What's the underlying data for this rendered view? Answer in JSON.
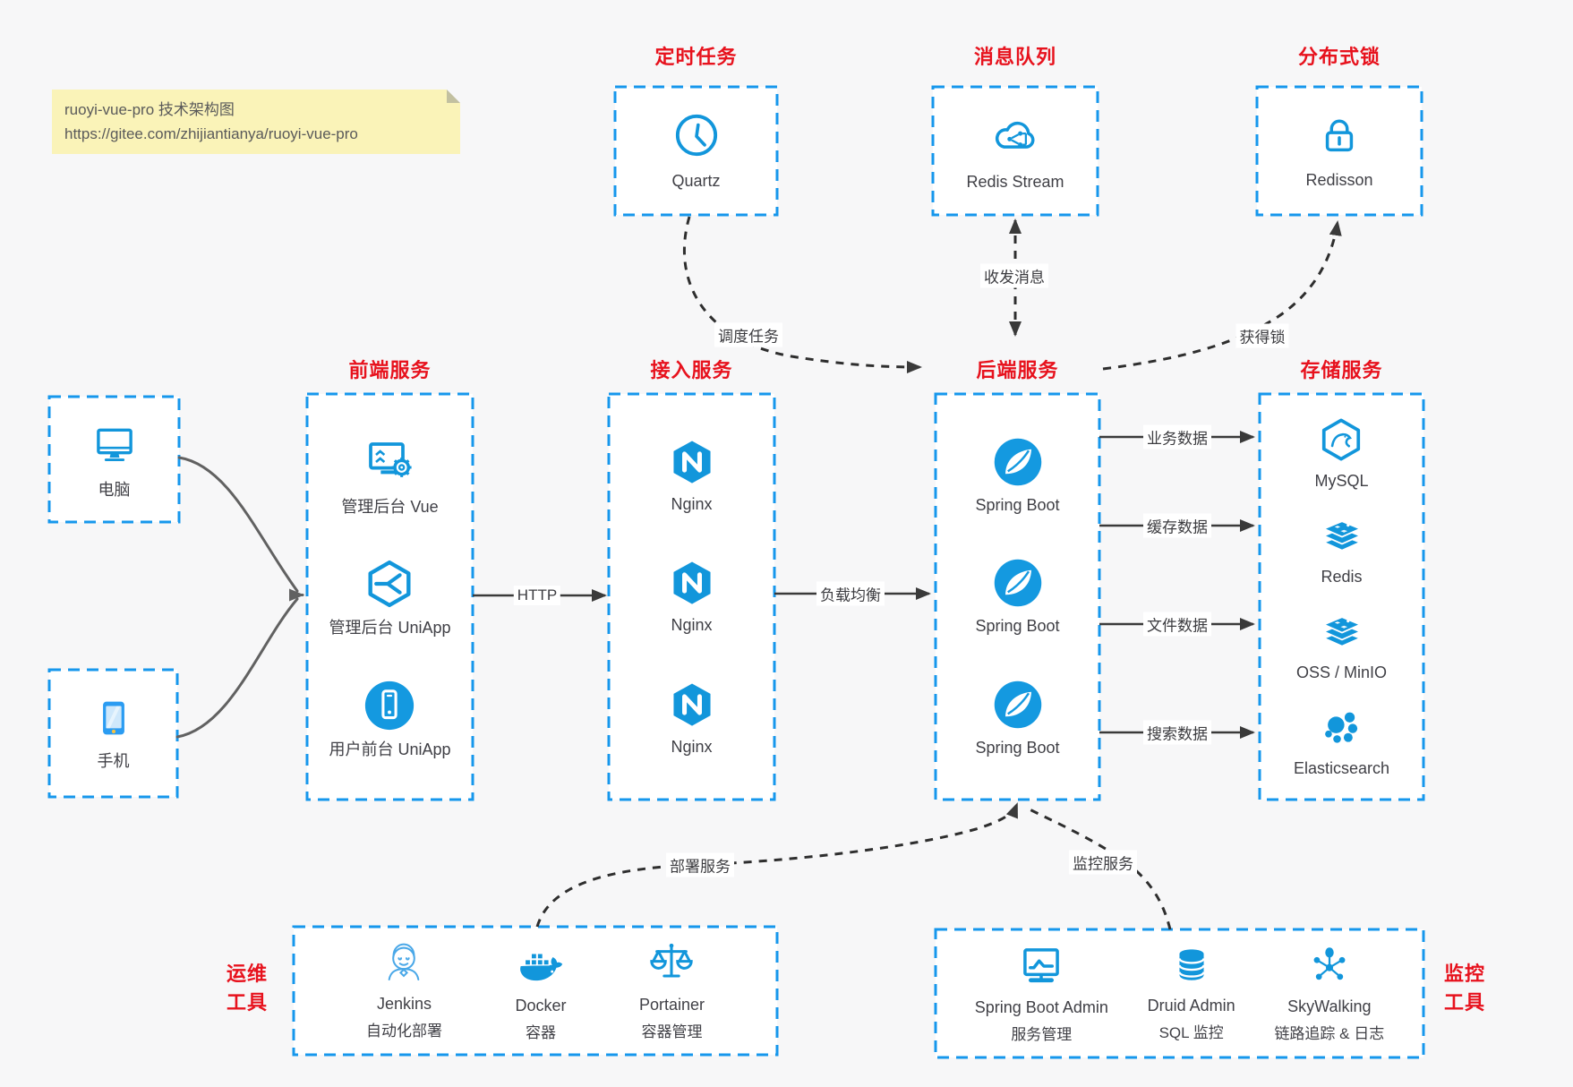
{
  "note": {
    "line1": "ruoyi-vue-pro 技术架构图",
    "line2": "https://gitee.com/zhijiantianya/ruoyi-vue-pro"
  },
  "colors": {
    "background": "#f7f7f8",
    "box_border_blue": "#1697ec",
    "icon_blue": "#1296db",
    "title_red": "#e7121d",
    "arrow_dark": "#3a3a3a",
    "client_curve_gray": "#616161",
    "note_bg": "#faf3b8"
  },
  "top_groups": [
    {
      "title": "定时任务",
      "icon": "clock-icon",
      "label": "Quartz"
    },
    {
      "title": "消息队列",
      "icon": "cloud-stream-icon",
      "label": "Redis Stream"
    },
    {
      "title": "分布式锁",
      "icon": "lock-icon",
      "label": "Redisson"
    }
  ],
  "clients": [
    {
      "icon": "desktop-icon",
      "label": "电脑"
    },
    {
      "icon": "smartphone-icon",
      "label": "手机"
    }
  ],
  "columns": [
    {
      "title": "前端服务",
      "items": [
        {
          "icon": "admin-vue-icon",
          "label": "管理后台 Vue"
        },
        {
          "icon": "uniapp-cube-icon",
          "label": "管理后台 UniApp"
        },
        {
          "icon": "uniapp-circle-icon",
          "label": "用户前台 UniApp"
        }
      ]
    },
    {
      "title": "接入服务",
      "items": [
        {
          "icon": "nginx-icon",
          "label": "Nginx"
        },
        {
          "icon": "nginx-icon",
          "label": "Nginx"
        },
        {
          "icon": "nginx-icon",
          "label": "Nginx"
        }
      ]
    },
    {
      "title": "后端服务",
      "items": [
        {
          "icon": "spring-boot-icon",
          "label": "Spring Boot"
        },
        {
          "icon": "spring-boot-icon",
          "label": "Spring Boot"
        },
        {
          "icon": "spring-boot-icon",
          "label": "Spring Boot"
        }
      ]
    },
    {
      "title": "存储服务",
      "items": [
        {
          "icon": "mysql-icon",
          "label": "MySQL"
        },
        {
          "icon": "redis-icon",
          "label": "Redis"
        },
        {
          "icon": "oss-minio-icon",
          "label": "OSS / MinIO"
        },
        {
          "icon": "elasticsearch-icon",
          "label": "Elasticsearch"
        }
      ]
    }
  ],
  "edges": {
    "http": "HTTP",
    "load_balance": "负载均衡",
    "business_data": "业务数据",
    "cache_data": "缓存数据",
    "file_data": "文件数据",
    "search_data": "搜索数据",
    "schedule_task": "调度任务",
    "send_receive_message": "收发消息",
    "acquire_lock": "获得锁",
    "deploy_service": "部署服务",
    "monitor_service": "监控服务"
  },
  "bottom_groups": [
    {
      "side_label_lines": [
        "运维",
        "工具"
      ],
      "items": [
        {
          "icon": "jenkins-icon",
          "label": "Jenkins",
          "sub": "自动化部署"
        },
        {
          "icon": "docker-icon",
          "label": "Docker",
          "sub": "容器"
        },
        {
          "icon": "portainer-icon",
          "label": "Portainer",
          "sub": "容器管理"
        }
      ]
    },
    {
      "side_label_lines": [
        "监控",
        "工具"
      ],
      "items": [
        {
          "icon": "spring-boot-admin-icon",
          "label": "Spring Boot Admin",
          "sub": "服务管理"
        },
        {
          "icon": "druid-icon",
          "label": "Druid Admin",
          "sub": "SQL 监控"
        },
        {
          "icon": "skywalking-icon",
          "label": "SkyWalking",
          "sub": "链路追踪 & 日志"
        }
      ]
    }
  ]
}
